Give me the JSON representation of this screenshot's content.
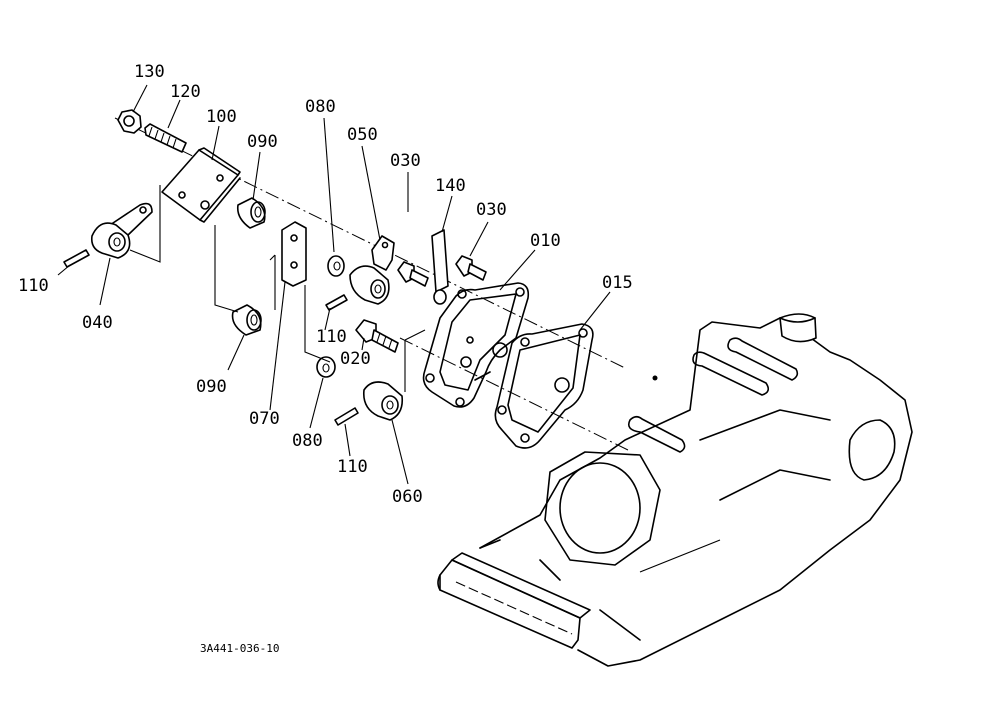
{
  "diagram": {
    "drawing_id": "3A441-036-10",
    "parts": [
      {
        "key": "p130",
        "label": "130"
      },
      {
        "key": "p120",
        "label": "120"
      },
      {
        "key": "p100",
        "label": "100"
      },
      {
        "key": "p090a",
        "label": "090"
      },
      {
        "key": "p080a",
        "label": "080"
      },
      {
        "key": "p050",
        "label": "050"
      },
      {
        "key": "p030a",
        "label": "030"
      },
      {
        "key": "p140",
        "label": "140"
      },
      {
        "key": "p030b",
        "label": "030"
      },
      {
        "key": "p010",
        "label": "010"
      },
      {
        "key": "p015",
        "label": "015"
      },
      {
        "key": "p110a",
        "label": "110"
      },
      {
        "key": "p040",
        "label": "040"
      },
      {
        "key": "p110b",
        "label": "110"
      },
      {
        "key": "p020",
        "label": "020"
      },
      {
        "key": "p090b",
        "label": "090"
      },
      {
        "key": "p070",
        "label": "070"
      },
      {
        "key": "p080b",
        "label": "080"
      },
      {
        "key": "p110c",
        "label": "110"
      },
      {
        "key": "p060",
        "label": "060"
      }
    ]
  }
}
